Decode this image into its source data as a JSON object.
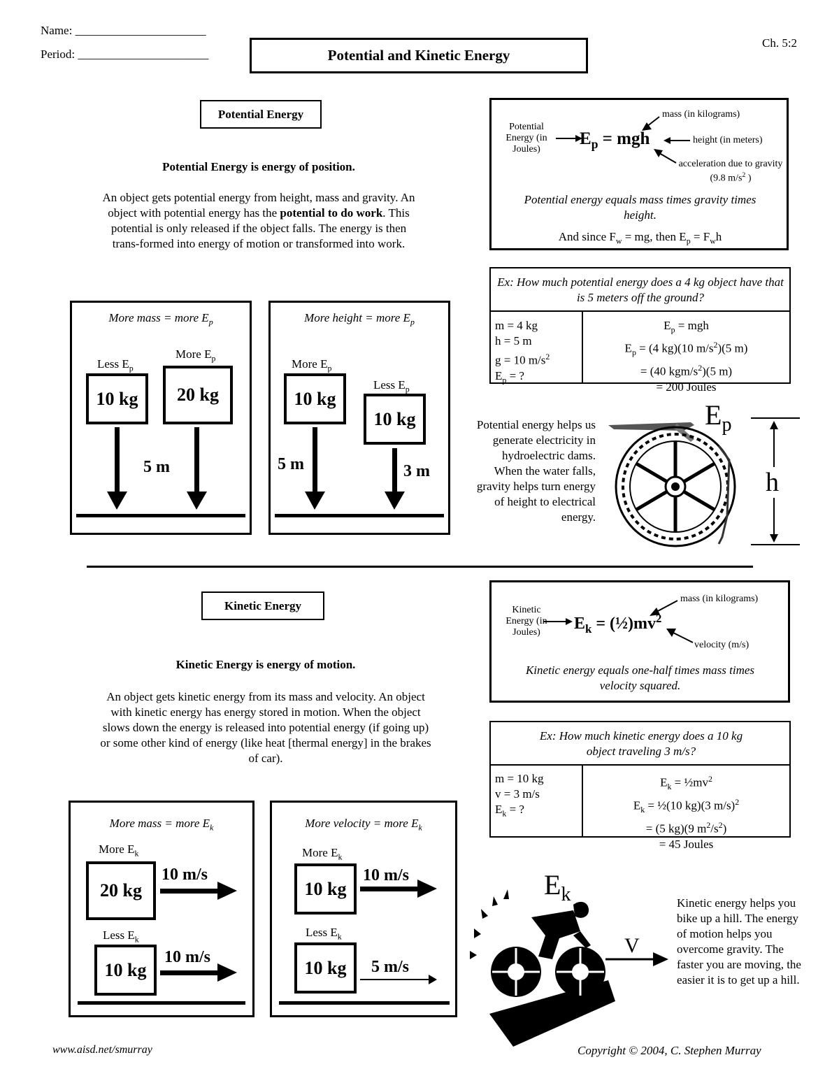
{
  "header": {
    "name_label": "Name: ______________________",
    "period_label": "Period: ______________________",
    "title": "Potential and Kinetic Energy",
    "chapter": "Ch. 5:2"
  },
  "potential": {
    "heading": "Potential Energy",
    "subheading": "Potential Energy is energy of position.",
    "para_1": "An object gets potential energy from height, mass and gravity.   An object with potential energy has the",
    "para_bold": "potential to do work",
    "para_2": ".   This potential is only released if the object falls.  The energy is then trans-formed  into energy of motion or transformed into work.",
    "formula": {
      "left_label": "Potential Energy (in Joules)",
      "E": "E",
      "sub": "p",
      "rhs": " = mgh",
      "mass_note": "mass (in kilograms)",
      "height_note": "height (in meters)",
      "accel_note": "acceleration due to gravity (9.8 m/s",
      "accel_exp": "2",
      "accel_end": " )",
      "desc": "Potential energy equals mass times gravity times height.",
      "since_1": "And since F",
      "since_w": "w",
      "since_2": " = mg, then E",
      "since_p": "p",
      "since_3": " = F",
      "since_w2": "w",
      "since_4": "h"
    },
    "example": {
      "question": "Ex: How much potential energy does a 4 kg object have that is 5 meters off the ground?",
      "givens": [
        "m = 4 kg",
        "h = 5 m",
        "g = 10 m/s",
        "E"
      ],
      "g_exp": "2",
      "e_sub": "p",
      "e_rest": " = ?",
      "steps": [
        "E",
        " = mgh",
        "E",
        " = (4 kg)(10 m/s",
        ")(5 m)",
        "= (40 kgm/s",
        ")(5 m)",
        "= 200 Joules"
      ],
      "exp": "2",
      "sub": "p"
    },
    "mass_box": {
      "caption": "More mass = more E",
      "cap_sub": "p",
      "less": "Less E",
      "more": "More E",
      "sub": "p",
      "box_a": "10 kg",
      "box_b": "20 kg",
      "dist": "5 m"
    },
    "height_box": {
      "caption": "More height = more E",
      "cap_sub": "p",
      "more": "More E",
      "less": "Less E",
      "sub": "p",
      "box_a": "10 kg",
      "box_b": "10 kg",
      "dist_a": "5 m",
      "dist_b": "3 m"
    },
    "dam_text": "Potential energy helps us generate electricity in hydroelectric dams. When the water falls, gravity helps turn energy of height to electrical energy.",
    "ep_label": "E",
    "ep_sub": "p",
    "h_label": "h"
  },
  "kinetic": {
    "heading": "Kinetic Energy",
    "subheading": "Kinetic Energy is energy of motion.",
    "para": "An object gets kinetic energy from its mass and velocity. An object with kinetic energy has energy stored in motion. When the object slows down the energy is released into potential energy (if going up) or some other kind of energy (like heat [thermal energy] in the brakes of car).",
    "formula": {
      "left_label": "Kinetic Energy (in Joules)",
      "E": "E",
      "sub": "k",
      "rhs": " = (½)mv",
      "exp": "2",
      "mass_note": "mass (in kilograms)",
      "velocity_note": "velocity (m/s)",
      "desc": "Kinetic energy equals one-half times mass times velocity squared."
    },
    "example": {
      "question": "Ex: How much kinetic energy does a 10 kg object traveling 3 m/s?",
      "givens": [
        "m = 10 kg",
        "v = 3 m/s",
        "E"
      ],
      "e_sub": "k",
      "e_rest": " = ?",
      "steps": [
        "E",
        " = ½mv",
        "E",
        " = ½(10 kg)(3 m/s)",
        "= (5 kg)(9 m",
        "/s",
        ")",
        "= 45 Joules"
      ],
      "exp": "2",
      "sub": "k"
    },
    "mass_box": {
      "caption": "More mass = more E",
      "cap_sub": "k",
      "more": "More E",
      "less": "Less E",
      "sub": "k",
      "box_a": "20 kg",
      "box_b": "10 kg",
      "speed_a": "10 m/s",
      "speed_b": "10 m/s"
    },
    "velocity_box": {
      "caption": "More velocity = more E",
      "cap_sub": "k",
      "more": "More E",
      "less": "Less E",
      "sub": "k",
      "box_a": "10 kg",
      "box_b": "10 kg",
      "speed_a": "10 m/s",
      "speed_b": "5 m/s"
    },
    "bike_text": "Kinetic energy helps you bike up a hill.  The energy of motion helps you overcome gravity.  The faster you are moving, the easier it is to get up a hill.",
    "ek_label": "E",
    "ek_sub": "k",
    "v_label": "V"
  },
  "footer": {
    "url": "www.aisd.net/smurray",
    "copyright": "Copyright © 2004, C. Stephen Murray"
  }
}
